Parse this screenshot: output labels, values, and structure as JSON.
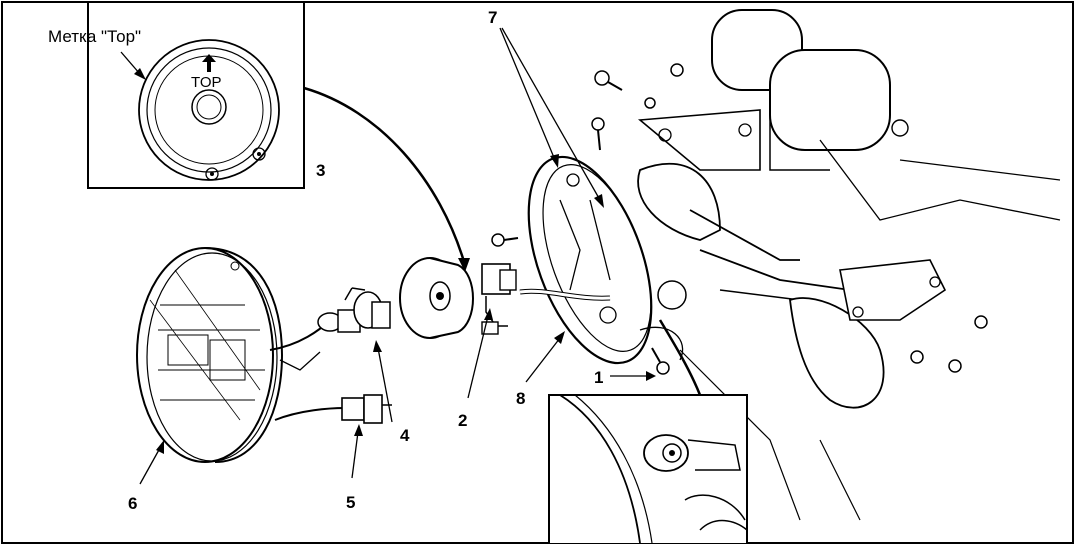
{
  "inset_label": "Метка \"Тор\"",
  "top_text": "TOP",
  "callouts": [
    "1",
    "2",
    "3",
    "4",
    "5",
    "6",
    "7",
    "8"
  ]
}
